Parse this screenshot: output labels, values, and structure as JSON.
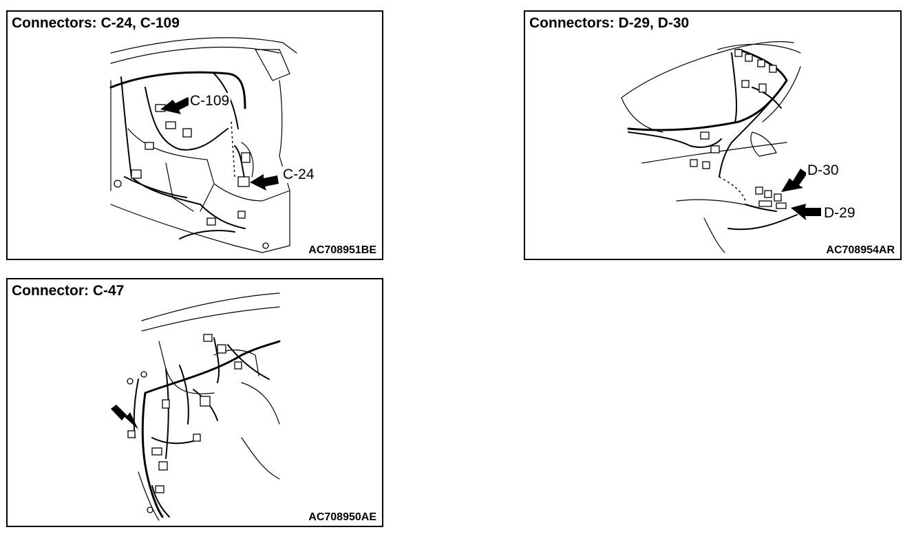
{
  "panels": [
    {
      "title": "Connectors: C-24, C-109",
      "figure_code": "AC708951BE",
      "callouts": [
        "C-109",
        "C-24"
      ]
    },
    {
      "title": "Connectors: D-29, D-30",
      "figure_code": "AC708954AR",
      "callouts": [
        "D-30",
        "D-29"
      ]
    },
    {
      "title": "Connector: C-47",
      "figure_code": "AC708950AE",
      "callouts": []
    }
  ]
}
